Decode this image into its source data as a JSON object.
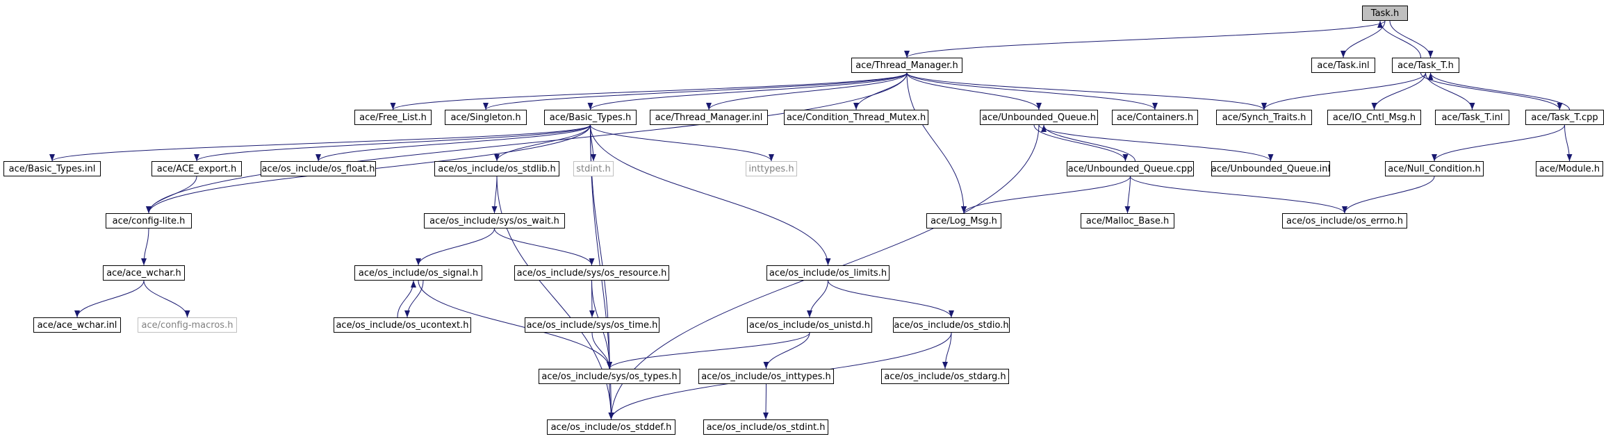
{
  "colors": {
    "edge": "#191970",
    "root_fill": "#bfbfbf",
    "node_border": "#000000",
    "system_border": "#bfbfbf",
    "system_text": "#808080"
  },
  "graph": {
    "nodes": [
      {
        "id": "task_h",
        "label": "Task.h",
        "kind": "root"
      },
      {
        "id": "thread_manager_h",
        "label": "ace/Thread_Manager.h"
      },
      {
        "id": "task_inl",
        "label": "ace/Task.inl"
      },
      {
        "id": "task_t_h",
        "label": "ace/Task_T.h"
      },
      {
        "id": "free_list_h",
        "label": "ace/Free_List.h"
      },
      {
        "id": "singleton_h",
        "label": "ace/Singleton.h"
      },
      {
        "id": "basic_types_h",
        "label": "ace/Basic_Types.h"
      },
      {
        "id": "thread_manager_inl",
        "label": "ace/Thread_Manager.inl"
      },
      {
        "id": "condition_thread_mutex_h",
        "label": "ace/Condition_Thread_Mutex.h"
      },
      {
        "id": "unbounded_queue_h",
        "label": "ace/Unbounded_Queue.h"
      },
      {
        "id": "containers_h",
        "label": "ace/Containers.h"
      },
      {
        "id": "synch_traits_h",
        "label": "ace/Synch_Traits.h"
      },
      {
        "id": "io_cntl_msg_h",
        "label": "ace/IO_Cntl_Msg.h"
      },
      {
        "id": "task_t_inl",
        "label": "ace/Task_T.inl"
      },
      {
        "id": "task_t_cpp",
        "label": "ace/Task_T.cpp"
      },
      {
        "id": "basic_types_inl",
        "label": "ace/Basic_Types.inl"
      },
      {
        "id": "ace_export_h",
        "label": "ace/ACE_export.h"
      },
      {
        "id": "os_float_h",
        "label": "ace/os_include/os_float.h"
      },
      {
        "id": "os_stdlib_h",
        "label": "ace/os_include/os_stdlib.h"
      },
      {
        "id": "stdint_h",
        "label": "stdint.h",
        "kind": "system"
      },
      {
        "id": "inttypes_h",
        "label": "inttypes.h",
        "kind": "system"
      },
      {
        "id": "unbounded_queue_cpp",
        "label": "ace/Unbounded_Queue.cpp"
      },
      {
        "id": "unbounded_queue_inl",
        "label": "ace/Unbounded_Queue.inl"
      },
      {
        "id": "null_condition_h",
        "label": "ace/Null_Condition.h"
      },
      {
        "id": "module_h",
        "label": "ace/Module.h"
      },
      {
        "id": "config_lite_h",
        "label": "ace/config-lite.h"
      },
      {
        "id": "os_wait_h",
        "label": "ace/os_include/sys/os_wait.h"
      },
      {
        "id": "log_msg_h",
        "label": "ace/Log_Msg.h"
      },
      {
        "id": "malloc_base_h",
        "label": "ace/Malloc_Base.h"
      },
      {
        "id": "os_errno_h",
        "label": "ace/os_include/os_errno.h"
      },
      {
        "id": "ace_wchar_h",
        "label": "ace/ace_wchar.h"
      },
      {
        "id": "os_signal_h",
        "label": "ace/os_include/os_signal.h"
      },
      {
        "id": "os_resource_h",
        "label": "ace/os_include/sys/os_resource.h"
      },
      {
        "id": "os_limits_h",
        "label": "ace/os_include/os_limits.h"
      },
      {
        "id": "ace_wchar_inl",
        "label": "ace/ace_wchar.inl"
      },
      {
        "id": "config_macros_h",
        "label": "ace/config-macros.h",
        "kind": "system"
      },
      {
        "id": "os_ucontext_h",
        "label": "ace/os_include/os_ucontext.h"
      },
      {
        "id": "os_time_h",
        "label": "ace/os_include/sys/os_time.h"
      },
      {
        "id": "os_unistd_h",
        "label": "ace/os_include/os_unistd.h"
      },
      {
        "id": "os_stdio_h",
        "label": "ace/os_include/os_stdio.h"
      },
      {
        "id": "os_types_h",
        "label": "ace/os_include/sys/os_types.h"
      },
      {
        "id": "os_inttypes_h",
        "label": "ace/os_include/os_inttypes.h"
      },
      {
        "id": "os_stdarg_h",
        "label": "ace/os_include/os_stdarg.h"
      },
      {
        "id": "os_stddef_h",
        "label": "ace/os_include/os_stddef.h"
      },
      {
        "id": "os_stdint_h",
        "label": "ace/os_include/os_stdint.h"
      }
    ],
    "edges": [
      [
        "task_h",
        "thread_manager_h"
      ],
      [
        "task_h",
        "task_inl"
      ],
      [
        "task_h",
        "task_t_h"
      ],
      [
        "task_t_h",
        "task_h"
      ],
      [
        "thread_manager_h",
        "free_list_h"
      ],
      [
        "thread_manager_h",
        "singleton_h"
      ],
      [
        "thread_manager_h",
        "basic_types_h"
      ],
      [
        "thread_manager_h",
        "thread_manager_inl"
      ],
      [
        "thread_manager_h",
        "condition_thread_mutex_h"
      ],
      [
        "thread_manager_h",
        "unbounded_queue_h"
      ],
      [
        "thread_manager_h",
        "containers_h"
      ],
      [
        "thread_manager_h",
        "synch_traits_h"
      ],
      [
        "thread_manager_h",
        "log_msg_h"
      ],
      [
        "thread_manager_h",
        "config_lite_h"
      ],
      [
        "task_t_h",
        "synch_traits_h"
      ],
      [
        "task_t_h",
        "io_cntl_msg_h"
      ],
      [
        "task_t_h",
        "task_t_inl"
      ],
      [
        "task_t_h",
        "task_t_cpp"
      ],
      [
        "task_t_cpp",
        "task_t_h"
      ],
      [
        "task_t_cpp",
        "null_condition_h"
      ],
      [
        "task_t_cpp",
        "module_h"
      ],
      [
        "basic_types_h",
        "basic_types_inl"
      ],
      [
        "basic_types_h",
        "ace_export_h"
      ],
      [
        "basic_types_h",
        "os_float_h"
      ],
      [
        "basic_types_h",
        "os_stdlib_h"
      ],
      [
        "basic_types_h",
        "stdint_h"
      ],
      [
        "basic_types_h",
        "inttypes_h"
      ],
      [
        "basic_types_h",
        "os_limits_h"
      ],
      [
        "basic_types_h",
        "config_lite_h"
      ],
      [
        "basic_types_h",
        "os_types_h"
      ],
      [
        "basic_types_h",
        "os_stddef_h"
      ],
      [
        "unbounded_queue_h",
        "unbounded_queue_cpp"
      ],
      [
        "unbounded_queue_cpp",
        "unbounded_queue_h"
      ],
      [
        "unbounded_queue_h",
        "unbounded_queue_inl"
      ],
      [
        "unbounded_queue_h",
        "os_stddef_h"
      ],
      [
        "unbounded_queue_cpp",
        "log_msg_h"
      ],
      [
        "unbounded_queue_cpp",
        "malloc_base_h"
      ],
      [
        "unbounded_queue_cpp",
        "os_errno_h"
      ],
      [
        "null_condition_h",
        "os_errno_h"
      ],
      [
        "ace_export_h",
        "config_lite_h"
      ],
      [
        "config_lite_h",
        "ace_wchar_h"
      ],
      [
        "ace_wchar_h",
        "ace_wchar_inl"
      ],
      [
        "ace_wchar_h",
        "config_macros_h"
      ],
      [
        "os_stdlib_h",
        "os_wait_h"
      ],
      [
        "os_stdlib_h",
        "os_stddef_h"
      ],
      [
        "os_wait_h",
        "os_signal_h"
      ],
      [
        "os_wait_h",
        "os_resource_h"
      ],
      [
        "os_signal_h",
        "os_ucontext_h"
      ],
      [
        "os_ucontext_h",
        "os_signal_h"
      ],
      [
        "os_signal_h",
        "os_types_h"
      ],
      [
        "os_resource_h",
        "os_time_h"
      ],
      [
        "os_resource_h",
        "os_types_h"
      ],
      [
        "os_time_h",
        "os_types_h"
      ],
      [
        "os_limits_h",
        "os_unistd_h"
      ],
      [
        "os_limits_h",
        "os_stdio_h"
      ],
      [
        "os_unistd_h",
        "os_types_h"
      ],
      [
        "os_unistd_h",
        "os_inttypes_h"
      ],
      [
        "os_stdio_h",
        "os_stdarg_h"
      ],
      [
        "os_stdio_h",
        "os_stddef_h"
      ],
      [
        "os_types_h",
        "os_stddef_h"
      ],
      [
        "os_inttypes_h",
        "os_stdint_h"
      ]
    ]
  }
}
